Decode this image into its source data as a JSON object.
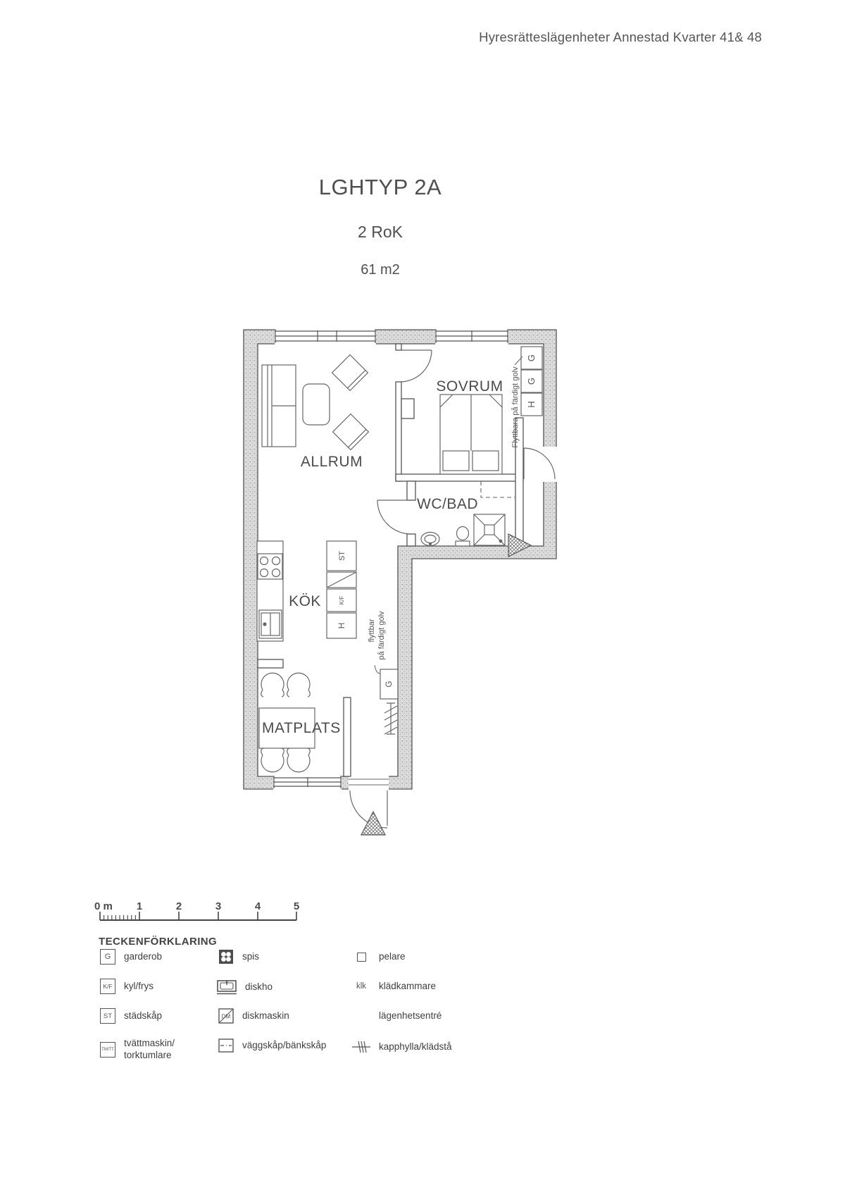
{
  "header": {
    "title": "Hyresrätteslägenheter Annestad Kvarter 41& 48"
  },
  "titleBlock": {
    "type": "LGHTYP 2A",
    "rooms": "2 RoK",
    "area": "61 m2"
  },
  "floorplan": {
    "rooms": {
      "livingRoom": "ALLRUM",
      "bedroom": "SOVRUM",
      "bathroom": "WC/BAD",
      "kitchen": "KÖK",
      "dining": "MATPLATS"
    },
    "annotations": {
      "bedroomWardrobes": "Flyttbara på färdigt golv",
      "hallWardrobeLine1": "flyttbar",
      "hallWardrobeLine2": "på färdigt golv"
    },
    "symbols": {
      "wardrobe": "G",
      "fridgeFreezer": "K/F",
      "cleaningCloset": "ST",
      "tallCabinet": "H"
    }
  },
  "scaleBar": {
    "zeroLabel": "0 m",
    "ticks": [
      "1",
      "2",
      "3",
      "4",
      "5"
    ]
  },
  "legend": {
    "title": "TECKENFÖRKLARING",
    "items": [
      {
        "symbol": "G",
        "label": "garderob"
      },
      {
        "symbol": "K/F",
        "label": "kyl/frys"
      },
      {
        "symbol": "ST",
        "label": "städskåp"
      },
      {
        "symbol": "TM/TT",
        "label": "tvättmaskin/",
        "label2": "torktumlare"
      },
      {
        "label": "spis"
      },
      {
        "label": "diskho"
      },
      {
        "symbol": "DM",
        "label": "diskmaskin"
      },
      {
        "label": "väggskåp/bänkskåp"
      },
      {
        "label": "pelare"
      },
      {
        "symbol": "klk",
        "label": "klädkammare"
      },
      {
        "label": "lägenhetsentré"
      },
      {
        "label": "kapphylla/klädstå"
      }
    ]
  }
}
